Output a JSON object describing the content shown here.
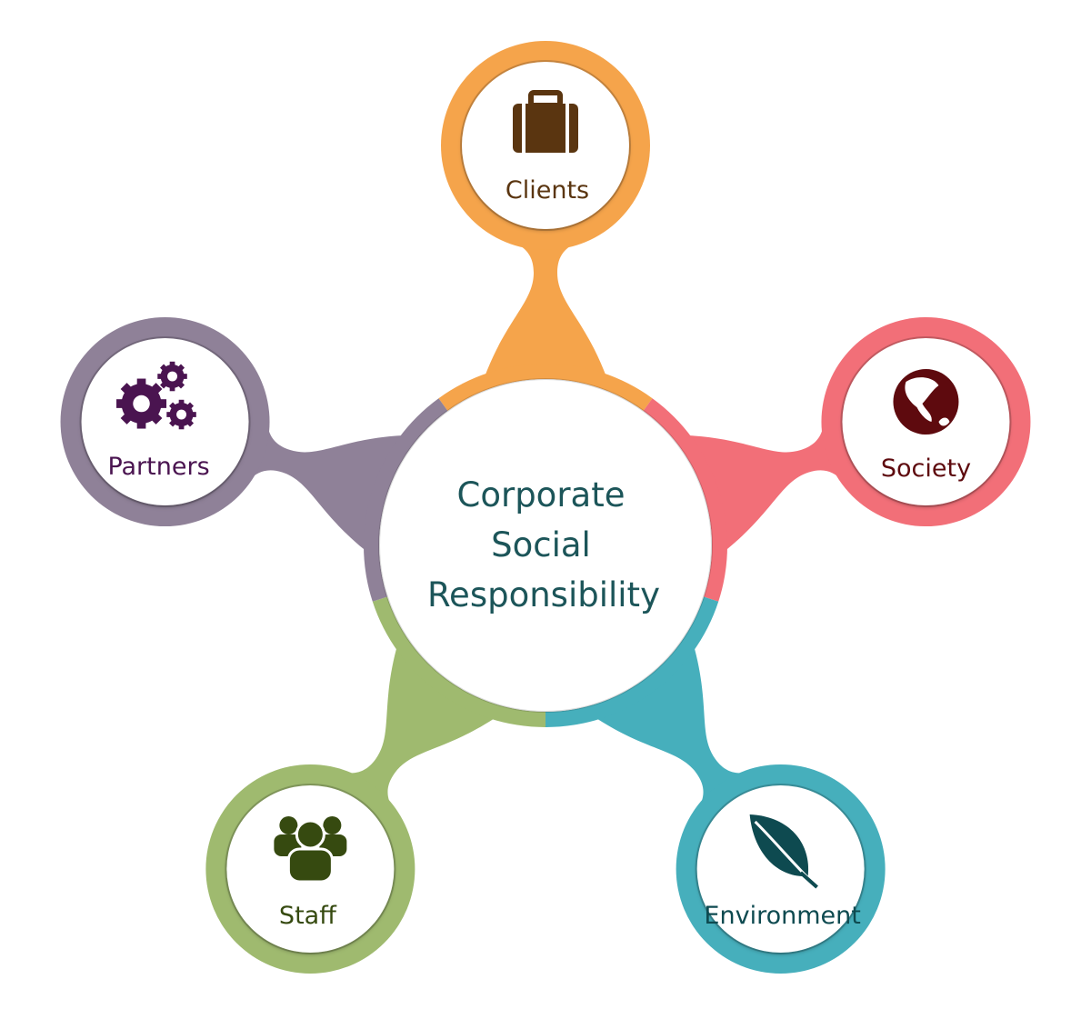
{
  "center": {
    "lines": [
      "Corporate",
      "Social",
      "Responsibility"
    ],
    "text_color": "#1c5559"
  },
  "nodes": [
    {
      "id": "clients",
      "label": "Clients",
      "icon": "briefcase-icon",
      "color": "#f5a44b",
      "text_color": "#5a3510"
    },
    {
      "id": "society",
      "label": "Society",
      "icon": "globe-icon",
      "color": "#f26f78",
      "text_color": "#5e0a0e"
    },
    {
      "id": "environment",
      "label": "Environment",
      "icon": "leaf-icon",
      "color": "#46afbc",
      "text_color": "#0e4a50"
    },
    {
      "id": "staff",
      "label": "Staff",
      "icon": "people-icon",
      "color": "#9fba6f",
      "text_color": "#364a10"
    },
    {
      "id": "partners",
      "label": "Partners",
      "icon": "gears-icon",
      "color": "#8f8198",
      "text_color": "#4a1450"
    }
  ]
}
